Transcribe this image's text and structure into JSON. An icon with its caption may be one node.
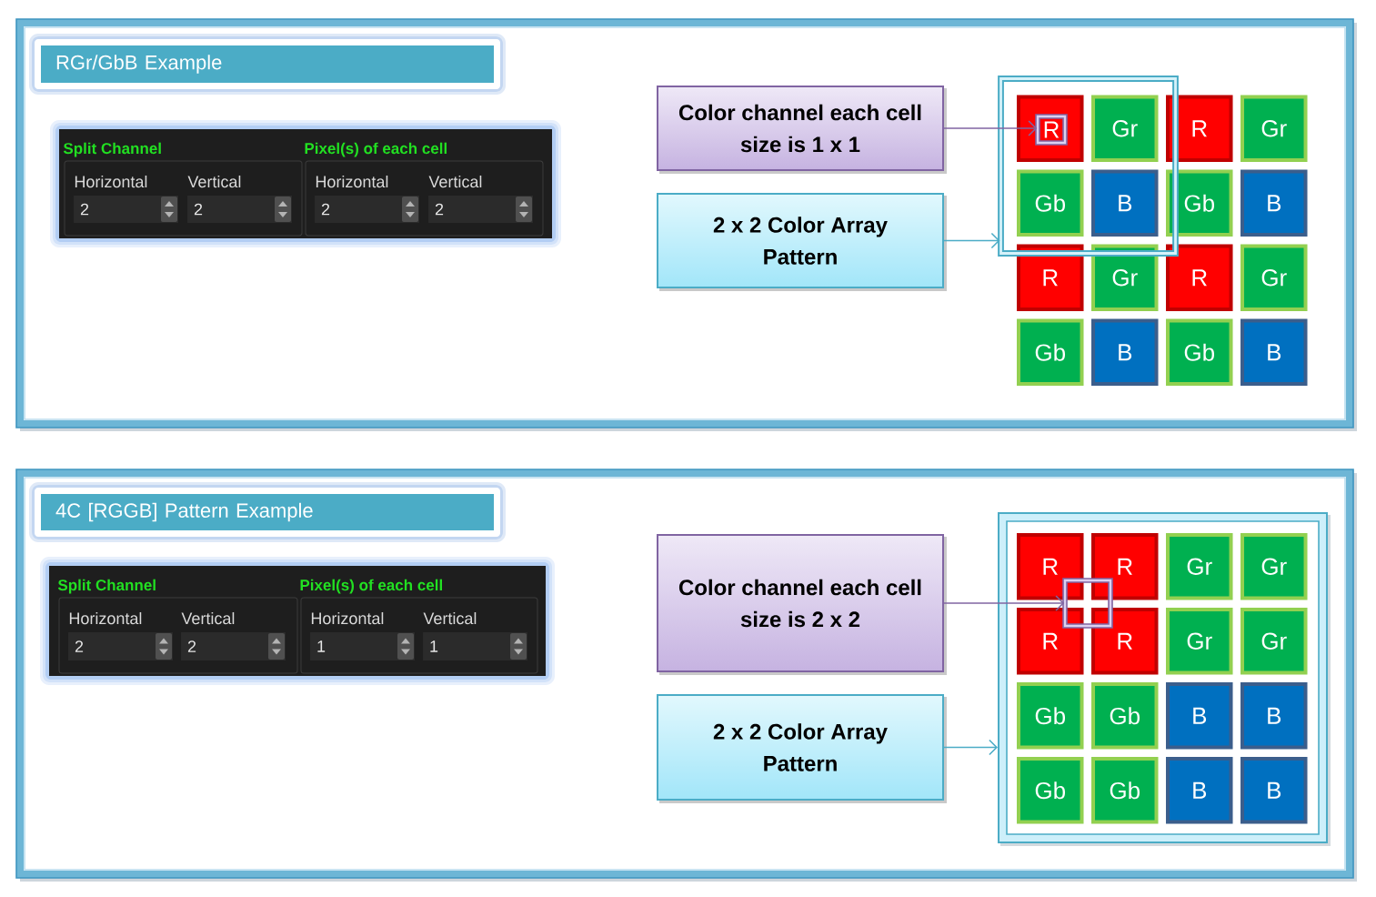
{
  "diagram": {
    "nodes": [
      {
        "text": [],
        "shape": "box"
      },
      {
        "text": [
          "RGr/GbB Example"
        ],
        "in": 0
      },
      {
        "text": [],
        "shape": "box",
        "in": 0
      },
      {
        "text": [
          "Split Channel"
        ],
        "in": 2
      },
      {
        "text": [
          "Horizontal",
          "2"
        ],
        "in": 3
      },
      {
        "text": [
          "Vertical",
          "2"
        ],
        "in": 3
      },
      {
        "text": [
          "Pixel(s) of each cell"
        ],
        "in": 2
      },
      {
        "text": [
          "Horizontal",
          "2"
        ],
        "in": 6
      },
      {
        "text": [
          "Vertical",
          "2"
        ],
        "in": 6
      },
      {
        "text": [
          "Color channel each cell size is 1 x 1"
        ],
        "in": 0
      },
      {
        "text": [
          "2 x 2  Color Array Pattern"
        ],
        "in": 0
      },
      {
        "text": [],
        "shape": "box",
        "in": 0
      },
      {
        "text": [],
        "shape": "box",
        "in": 11
      },
      {
        "text": [
          "Gr"
        ],
        "in": 11
      },
      {
        "text": [
          "R"
        ],
        "in": 0
      },
      {
        "text": [
          "Gr"
        ],
        "in": 0
      },
      {
        "text": [
          "Gb"
        ],
        "in": 11
      },
      {
        "text": [
          "B"
        ],
        "in": 11
      },
      {
        "text": [
          "Gb"
        ],
        "in": 0
      },
      {
        "text": [
          "B"
        ],
        "in": 0
      },
      {
        "text": [
          "R"
        ],
        "in": 0
      },
      {
        "text": [
          "Gr"
        ],
        "in": 0
      },
      {
        "text": [
          "R"
        ],
        "in": 0
      },
      {
        "text": [
          "Gr"
        ],
        "in": 0
      },
      {
        "text": [
          "Gb"
        ],
        "in": 0
      },
      {
        "text": [
          "B"
        ],
        "in": 0
      },
      {
        "text": [
          "Gb"
        ],
        "in": 0
      },
      {
        "text": [
          "B"
        ],
        "in": 0
      },
      {
        "text": [
          "R"
        ],
        "in": 12
      },
      {
        "text": [],
        "shape": "box"
      },
      {
        "text": [
          "4C [RGGB] Pattern Example"
        ],
        "in": 29
      },
      {
        "text": [],
        "shape": "box",
        "in": 29
      },
      {
        "text": [
          "Split Channel"
        ],
        "in": 31
      },
      {
        "text": [
          "Horizontal",
          "2"
        ],
        "in": 32
      },
      {
        "text": [
          "Vertical",
          "2"
        ],
        "in": 32
      },
      {
        "text": [
          "Pixel(s) of each cell"
        ],
        "in": 31
      },
      {
        "text": [
          "Horizontal",
          "1"
        ],
        "in": 35
      },
      {
        "text": [
          "Vertical",
          "1"
        ],
        "in": 35
      },
      {
        "text": [
          "Color channel each cell size is 2 x 2"
        ],
        "in": 29
      },
      {
        "text": [
          "2 x 2  Color Array Pattern"
        ],
        "in": 29
      },
      {
        "text": [],
        "shape": "box",
        "in": 29
      },
      {
        "text": [
          "R"
        ],
        "in": 40
      },
      {
        "text": [
          "R"
        ],
        "in": 40
      },
      {
        "text": [
          "Gr"
        ],
        "in": 40
      },
      {
        "text": [
          "Gr"
        ],
        "in": 40
      },
      {
        "text": [
          "R"
        ],
        "in": 40
      },
      {
        "text": [
          "R"
        ],
        "in": 40
      },
      {
        "text": [
          "Gr"
        ],
        "in": 40
      },
      {
        "text": [
          "Gr"
        ],
        "in": 40
      },
      {
        "text": [
          "Gb"
        ],
        "in": 40
      },
      {
        "text": [
          "Gb"
        ],
        "in": 40
      },
      {
        "text": [
          "B"
        ],
        "in": 40
      },
      {
        "text": [
          "B"
        ],
        "in": 40
      },
      {
        "text": [
          "Gb"
        ],
        "in": 40
      },
      {
        "text": [
          "Gb"
        ],
        "in": 40
      },
      {
        "text": [
          "B"
        ],
        "in": 40
      },
      {
        "text": [
          "B"
        ],
        "in": 40
      },
      {
        "text": [],
        "shape": "box",
        "in": 40
      }
    ],
    "edges": [
      {
        "from": 9,
        "to": 28,
        "arrow": "to",
        "color": "#8064a2"
      },
      {
        "from": 10,
        "to": 11,
        "arrow": "to",
        "color": "#4bacc6"
      },
      {
        "from": 38,
        "to": 57,
        "arrow": "to",
        "color": "#8064a2"
      },
      {
        "from": 39,
        "to": 40,
        "arrow": "to",
        "color": "#4bacc6"
      }
    ]
  }
}
